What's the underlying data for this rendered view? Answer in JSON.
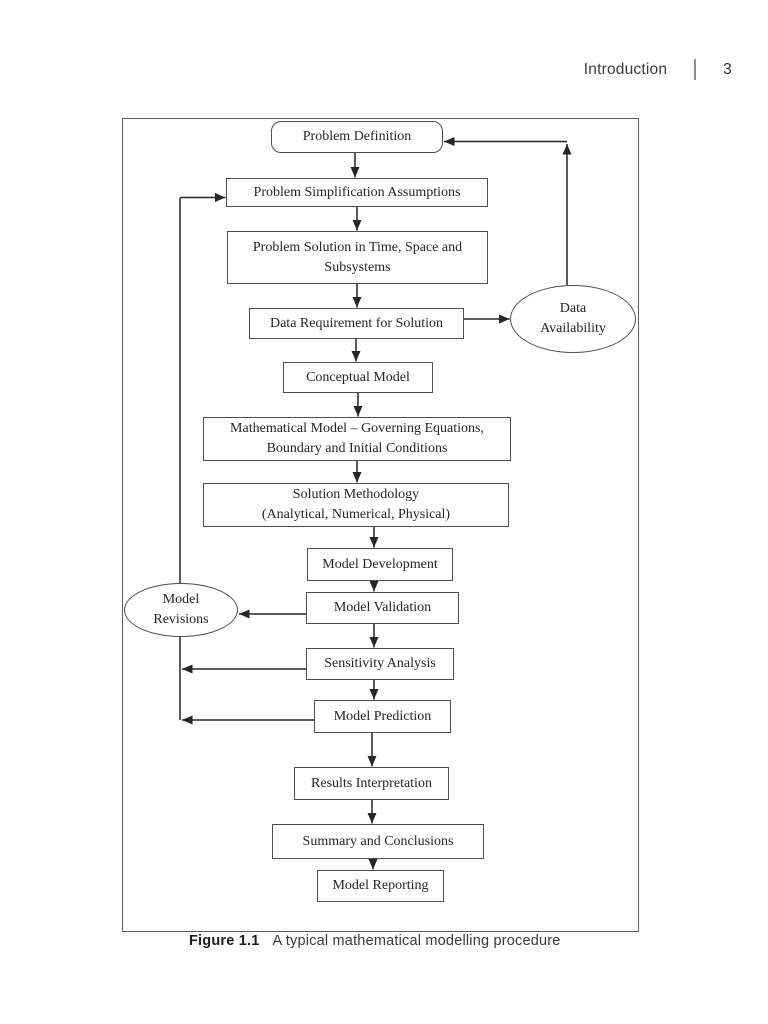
{
  "header": {
    "section_title": "Introduction",
    "page_number": "3"
  },
  "figure": {
    "caption_label": "Figure 1.1",
    "caption_text": "A typical mathematical modelling procedure"
  },
  "flowchart": {
    "line_color": "#262626",
    "nodes": [
      {
        "id": "problem-definition",
        "label": "Problem Definition"
      },
      {
        "id": "problem-simplification-assumptions",
        "label": "Problem Simplification Assumptions"
      },
      {
        "id": "problem-solution",
        "label": "Problem Solution in Time, Space and\nSubsystems"
      },
      {
        "id": "data-requirement",
        "label": "Data Requirement for Solution"
      },
      {
        "id": "conceptual-model",
        "label": "Conceptual Model"
      },
      {
        "id": "mathematical-model",
        "label": "Mathematical Model – Governing Equations,\nBoundary and Initial Conditions"
      },
      {
        "id": "solution-methodology",
        "label": "Solution Methodology\n(Analytical, Numerical, Physical)"
      },
      {
        "id": "model-development",
        "label": "Model Development"
      },
      {
        "id": "model-validation",
        "label": "Model Validation"
      },
      {
        "id": "sensitivity-analysis",
        "label": "Sensitivity Analysis"
      },
      {
        "id": "model-prediction",
        "label": "Model Prediction"
      },
      {
        "id": "results-interpretation",
        "label": "Results Interpretation"
      },
      {
        "id": "summary-and-conclusions",
        "label": "Summary and Conclusions"
      },
      {
        "id": "model-reporting",
        "label": "Model Reporting"
      }
    ],
    "ellipses": [
      {
        "id": "data-availability",
        "label": "Data\nAvailability"
      },
      {
        "id": "model-revisions",
        "label": "Model\nRevisions"
      }
    ]
  }
}
